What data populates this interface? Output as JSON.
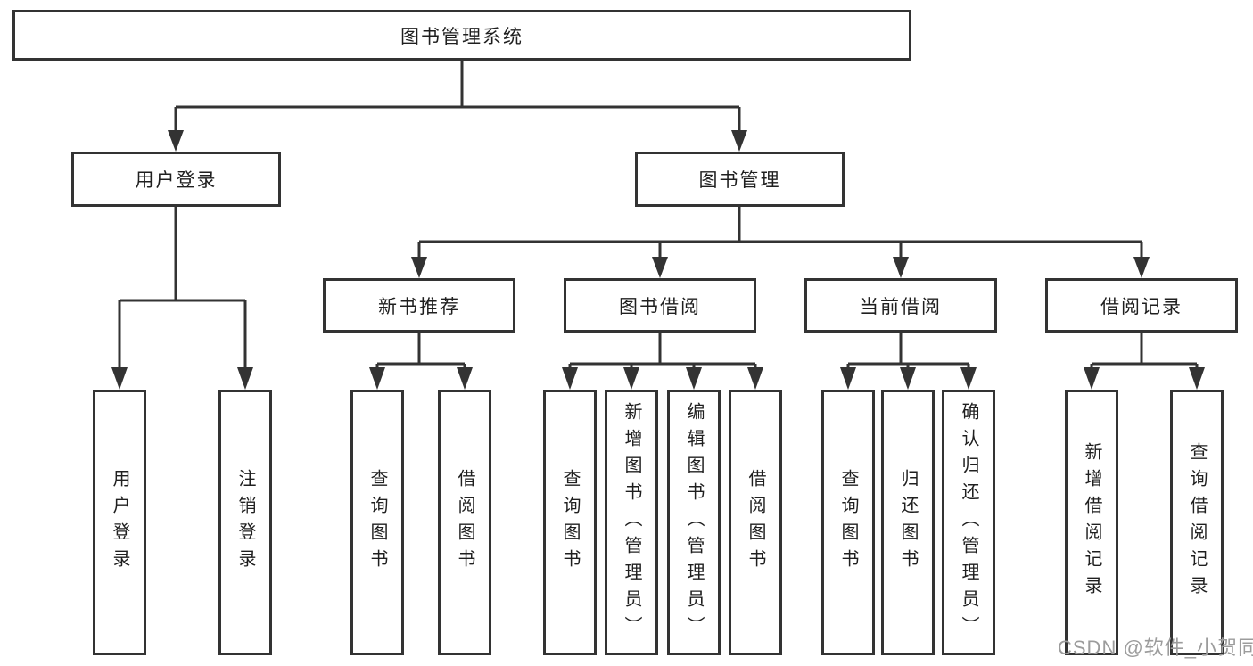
{
  "tree": {
    "root": {
      "label": "图书管理系统"
    },
    "branches": [
      {
        "label": "用户登录",
        "children": [
          {
            "label": "用户登录"
          },
          {
            "label": "注销登录"
          }
        ]
      },
      {
        "label": "图书管理",
        "children": [
          {
            "label": "新书推荐",
            "children": [
              {
                "label": "查询图书"
              },
              {
                "label": "借阅图书"
              }
            ]
          },
          {
            "label": "图书借阅",
            "children": [
              {
                "label": "查询图书"
              },
              {
                "label": "新增图书（管理员）"
              },
              {
                "label": "编辑图书（管理员）"
              },
              {
                "label": "借阅图书"
              }
            ]
          },
          {
            "label": "当前借阅",
            "children": [
              {
                "label": "查询图书"
              },
              {
                "label": "归还图书"
              },
              {
                "label": "确认归还（管理员）"
              }
            ]
          },
          {
            "label": "借阅记录",
            "children": [
              {
                "label": "新增借阅记录"
              },
              {
                "label": "查询借阅记录"
              }
            ]
          }
        ]
      }
    ]
  },
  "watermark": "CSDN @软件_小贺同学",
  "colors": {
    "line": "#333333",
    "text": "#1f1f1f",
    "watermark": "#9c9c9c",
    "background": "#ffffff"
  }
}
